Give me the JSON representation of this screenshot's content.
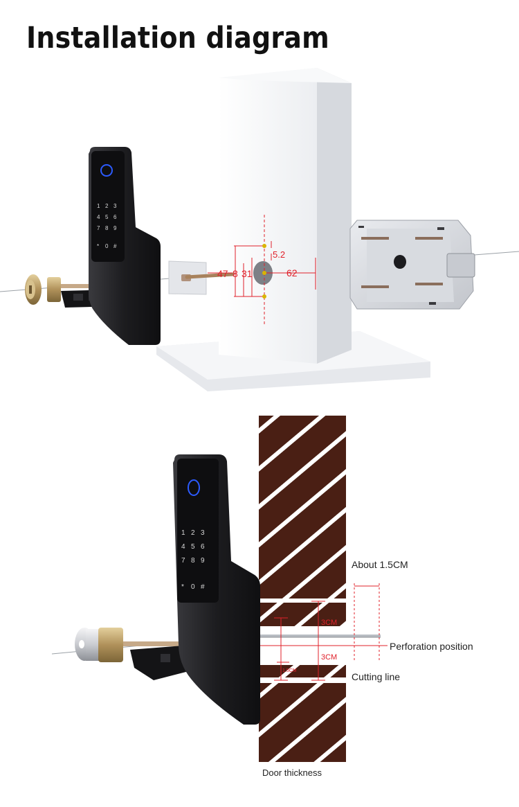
{
  "title": "Installation diagram",
  "colors": {
    "dimension": "#e0202a",
    "door_wood": "#4a1f14",
    "lock_body": "#1f1f22",
    "brass": "#b89a5e",
    "wall": "#f2f2f4"
  },
  "top_diagram": {
    "dimensions": {
      "d1": "47",
      "d2": "8",
      "d3": "31",
      "d4": "5.2",
      "d5": "62"
    },
    "keypad": [
      "1",
      "2",
      "3",
      "4",
      "5",
      "6",
      "7",
      "8",
      "9",
      "*",
      "0",
      "#"
    ]
  },
  "bottom_diagram": {
    "labels": {
      "about": "About 1.5CM",
      "perforation": "Perforation position",
      "cutting": "Cutting line",
      "door_thickness": "Door thickness"
    },
    "dimensions": {
      "upper": "3CM",
      "lower": "3CM",
      "small": "1.5CM"
    },
    "keypad": [
      "1",
      "2",
      "3",
      "4",
      "5",
      "6",
      "7",
      "8",
      "9",
      "*",
      "0",
      "#"
    ]
  }
}
